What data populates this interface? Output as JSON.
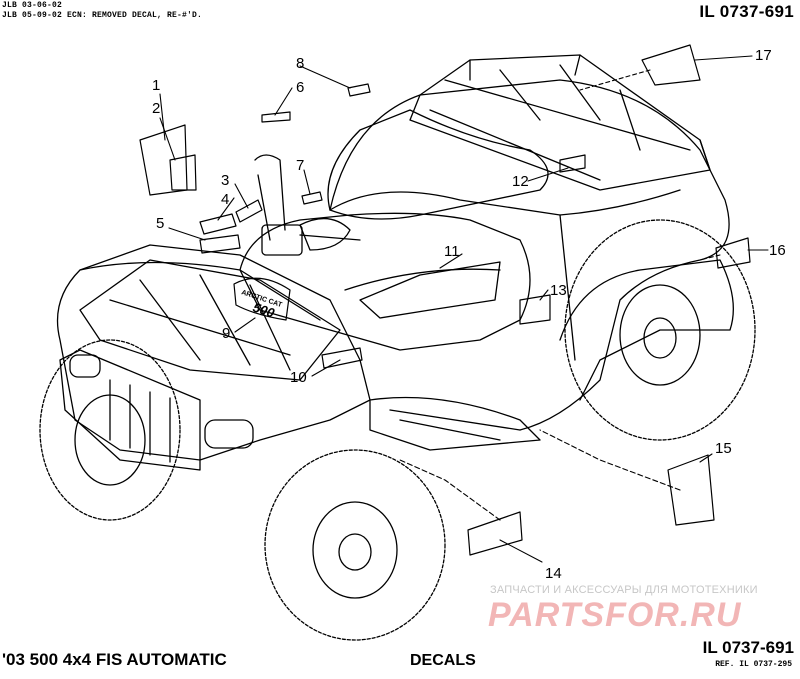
{
  "header": {
    "revision_1": "JLB 03-06-02",
    "revision_2": "JLB 05-09-02 ECN: REMOVED DECAL, RE-#'D.",
    "illustration_number": "IL 0737-691"
  },
  "callouts": [
    "1",
    "2",
    "3",
    "4",
    "5",
    "6",
    "7",
    "8",
    "9",
    "10",
    "11",
    "12",
    "13",
    "14",
    "15",
    "16",
    "17"
  ],
  "decal_text": {
    "brand": "ARCTIC CAT",
    "size": "500"
  },
  "footer": {
    "model": "'03 500 4x4 FIS AUTOMATIC",
    "title": "DECALS",
    "illustration_number": "IL 0737-691",
    "reference": "REF. IL 0737-295"
  },
  "watermark": {
    "subtitle": "ЗАПЧАСТИ И АКСЕССУАРЫ ДЛЯ МОТОТЕХНИКИ",
    "logo": "PARTSFOR.RU"
  }
}
